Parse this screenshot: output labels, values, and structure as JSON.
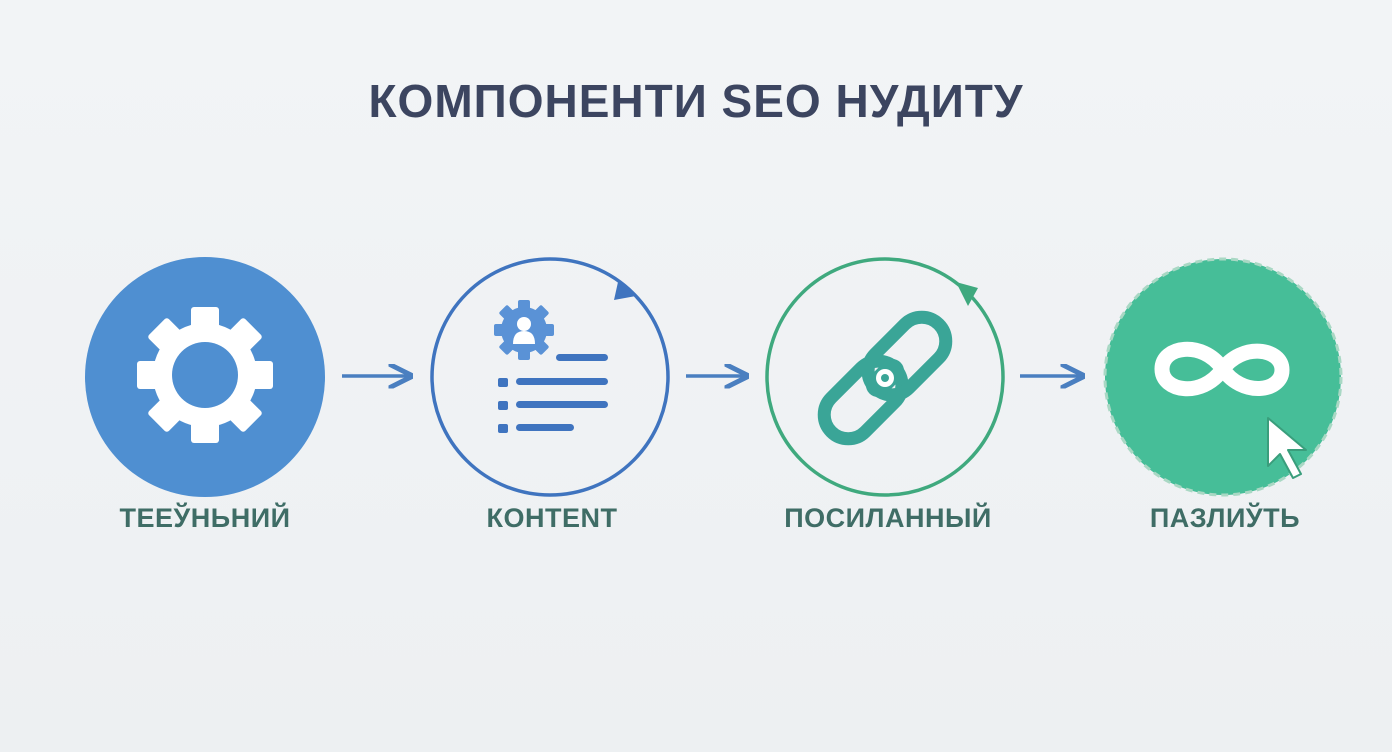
{
  "title": "КОМПОНЕНТИ SEO НУДИТУ",
  "colors": {
    "background": "#eff1f3",
    "title": "#3c4560",
    "label": "#3f6d66",
    "blue": "#4a87c9",
    "blue_fill": "#4f8fd1",
    "green": "#3fa97e",
    "green_fill": "#46be98",
    "white": "#ffffff"
  },
  "steps": [
    {
      "label": "ТЕЕЎНЬНИЙ",
      "icon": "gear-icon"
    },
    {
      "label": "КОНТЕNТ",
      "icon": "content-list-icon"
    },
    {
      "label": "ПОСИЛАННЫЙ",
      "icon": "chain-link-icon"
    },
    {
      "label": "ПАЗЛИЎТЬ",
      "icon": "infinity-cursor-icon"
    }
  ]
}
